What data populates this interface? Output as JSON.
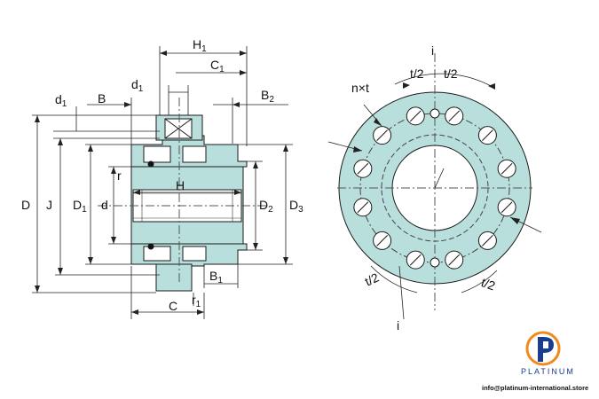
{
  "drawing": {
    "colors": {
      "part_fill": "#b9dfdc",
      "outline": "#1a1a1a",
      "dim_line": "#222222",
      "logo_blue": "#1a3d8f",
      "logo_orange": "#f08a1c"
    },
    "section_labels": {
      "H1": "H",
      "H1_sub": "1",
      "C1": "C",
      "C1_sub": "1",
      "d1": "d",
      "d1_sub": "1",
      "d1b": "d",
      "d1b_sub": "1",
      "B": "B",
      "B2": "B",
      "B2_sub": "2",
      "r_top": "r",
      "H": "H",
      "D": "D",
      "J": "J",
      "D1": "D",
      "D1_sub": "1",
      "d": "d",
      "D2": "D",
      "D2_sub": "2",
      "D3": "D",
      "D3_sub": "3",
      "B1": "B",
      "B1_sub": "1",
      "C": "C",
      "r1": "r",
      "r1_sub": "1"
    },
    "front_labels": {
      "nxt": "n×t",
      "t2_a": "t/2",
      "t2_b": "t/2",
      "t2_c": "t/2",
      "t2_d": "t/2",
      "i_top": "i",
      "i_bottom": "i"
    }
  },
  "brand": {
    "name": "PLATINUM",
    "email": "info@platinum-international.store"
  }
}
